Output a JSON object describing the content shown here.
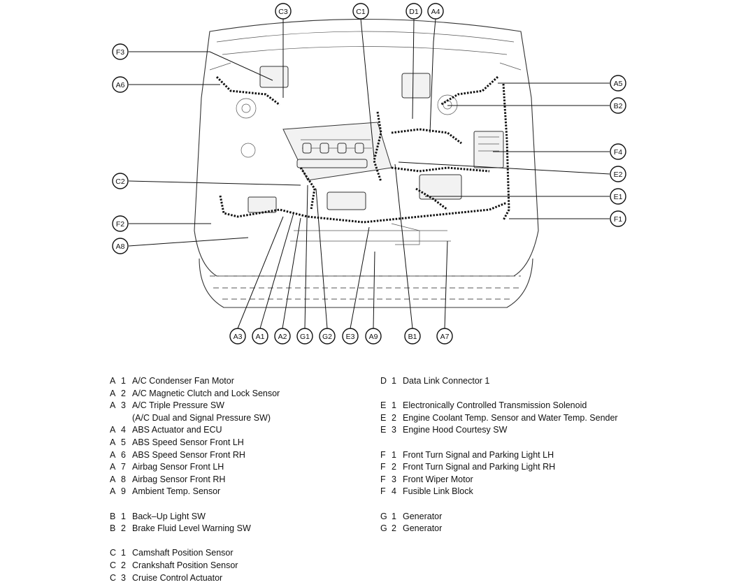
{
  "callouts": [
    {
      "id": "C3"
    },
    {
      "id": "C1"
    },
    {
      "id": "D1"
    },
    {
      "id": "A4"
    },
    {
      "id": "F3"
    },
    {
      "id": "A6"
    },
    {
      "id": "A5"
    },
    {
      "id": "B2"
    },
    {
      "id": "F4"
    },
    {
      "id": "C2"
    },
    {
      "id": "E2"
    },
    {
      "id": "E1"
    },
    {
      "id": "F2"
    },
    {
      "id": "F1"
    },
    {
      "id": "A8"
    },
    {
      "id": "A3"
    },
    {
      "id": "A1"
    },
    {
      "id": "A2"
    },
    {
      "id": "G1"
    },
    {
      "id": "G2"
    },
    {
      "id": "E3"
    },
    {
      "id": "A9"
    },
    {
      "id": "B1"
    },
    {
      "id": "A7"
    }
  ],
  "legend_left": [
    {
      "letter": "A",
      "num": "1",
      "desc": "A/C Condenser Fan Motor"
    },
    {
      "letter": "A",
      "num": "2",
      "desc": "A/C Magnetic Clutch and Lock Sensor"
    },
    {
      "letter": "A",
      "num": "3",
      "desc": "A/C Triple Pressure SW"
    },
    {
      "letter": "",
      "num": "",
      "desc": "(A/C Dual and Signal Pressure SW)",
      "indent": true
    },
    {
      "letter": "A",
      "num": "4",
      "desc": "ABS Actuator and ECU"
    },
    {
      "letter": "A",
      "num": "5",
      "desc": "ABS Speed Sensor Front LH"
    },
    {
      "letter": "A",
      "num": "6",
      "desc": "ABS Speed Sensor Front RH"
    },
    {
      "letter": "A",
      "num": "7",
      "desc": "Airbag Sensor Front LH"
    },
    {
      "letter": "A",
      "num": "8",
      "desc": "Airbag Sensor Front RH"
    },
    {
      "letter": "A",
      "num": "9",
      "desc": "Ambient Temp. Sensor"
    },
    {
      "gap": true
    },
    {
      "letter": "B",
      "num": "1",
      "desc": "Back–Up Light SW"
    },
    {
      "letter": "B",
      "num": "2",
      "desc": "Brake Fluid Level Warning SW"
    },
    {
      "gap": true
    },
    {
      "letter": "C",
      "num": "1",
      "desc": "Camshaft Position Sensor"
    },
    {
      "letter": "C",
      "num": "2",
      "desc": "Crankshaft Position Sensor"
    },
    {
      "letter": "C",
      "num": "3",
      "desc": "Cruise Control Actuator"
    }
  ],
  "legend_right": [
    {
      "letter": "D",
      "num": "1",
      "desc": "Data Link Connector 1"
    },
    {
      "gap": true
    },
    {
      "letter": "E",
      "num": "1",
      "desc": "Electronically Controlled Transmission Solenoid"
    },
    {
      "letter": "E",
      "num": "2",
      "desc": "Engine Coolant Temp. Sensor and Water Temp. Sender"
    },
    {
      "letter": "E",
      "num": "3",
      "desc": "Engine Hood Courtesy SW"
    },
    {
      "gap": true
    },
    {
      "letter": "F",
      "num": "1",
      "desc": "Front Turn Signal and Parking Light LH"
    },
    {
      "letter": "F",
      "num": "2",
      "desc": "Front Turn Signal and Parking Light RH"
    },
    {
      "letter": "F",
      "num": "3",
      "desc": "Front Wiper Motor"
    },
    {
      "letter": "F",
      "num": "4",
      "desc": "Fusible Link Block"
    },
    {
      "gap": true
    },
    {
      "letter": "G",
      "num": "1",
      "desc": "Generator"
    },
    {
      "letter": "G",
      "num": "2",
      "desc": "Generator"
    }
  ]
}
